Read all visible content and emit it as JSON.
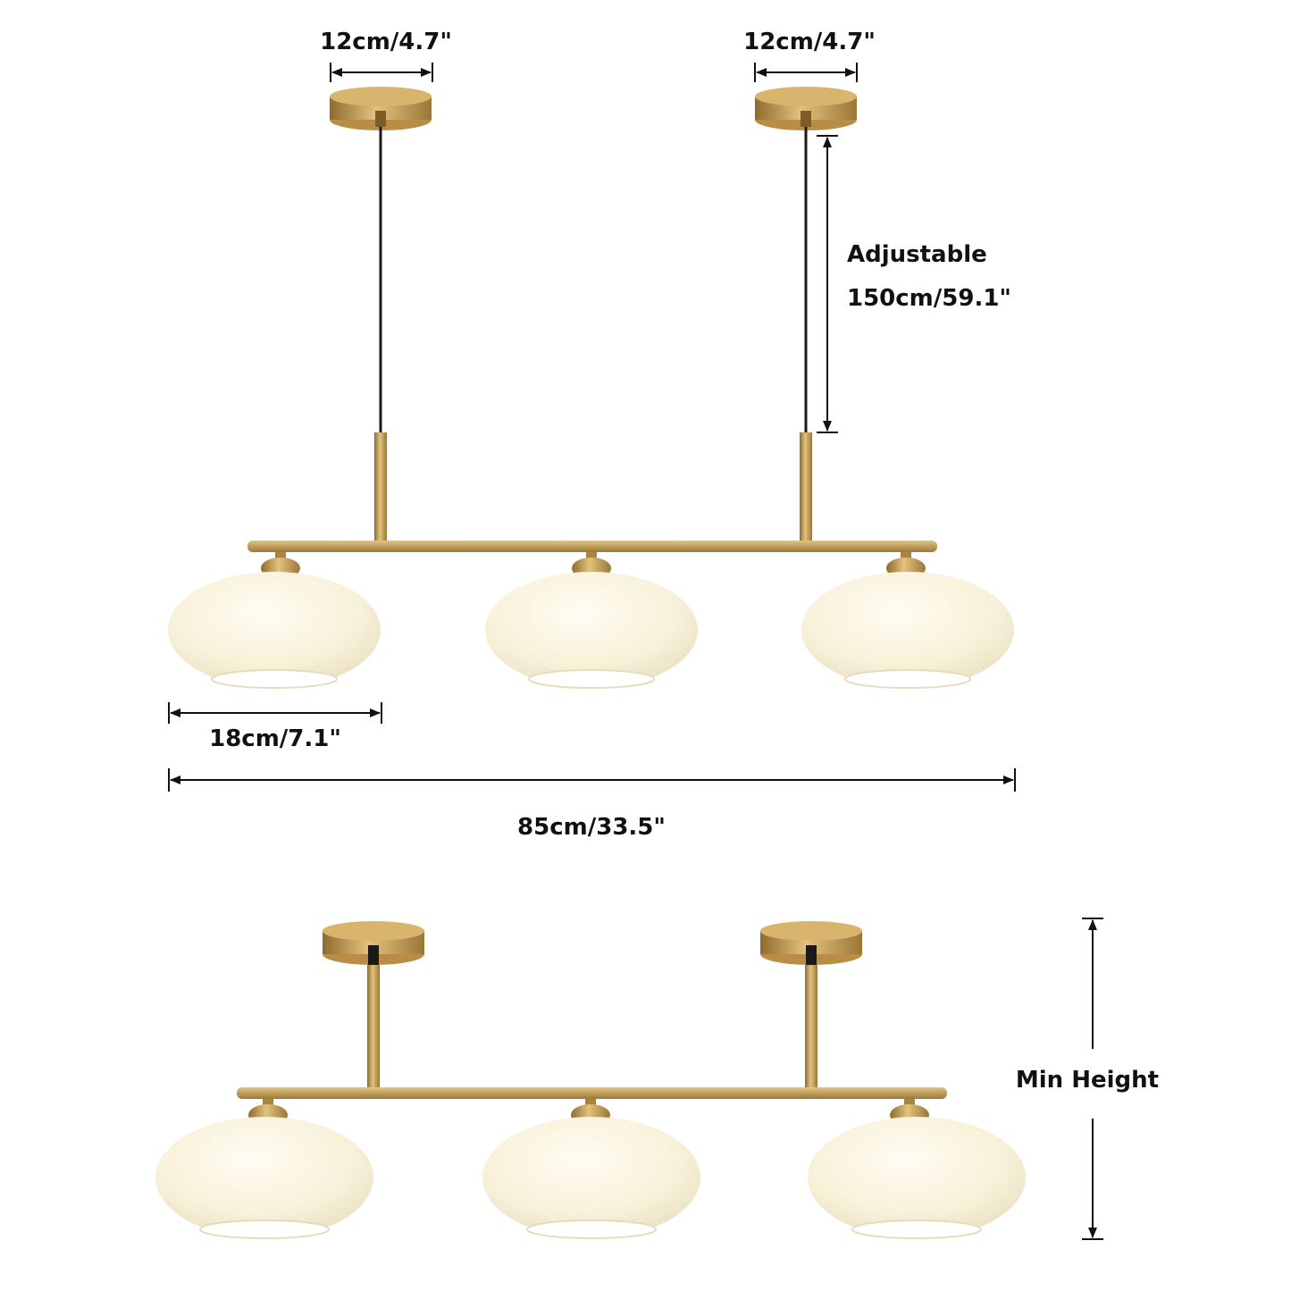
{
  "labels": {
    "canopy_left_width": "12cm/4.7\"",
    "canopy_right_width": "12cm/4.7\"",
    "adjustable_title": "Adjustable",
    "adjustable_length": "150cm/59.1\"",
    "shade_width": "18cm/7.1\"",
    "total_length": "85cm/33.5\"",
    "min_height": "Min Height"
  },
  "colors": {
    "brass": "#c9a45c",
    "brass_dark": "#9a7638",
    "glass": "#fbf6e4",
    "glass_shadow": "#e8dfc2",
    "line": "#111111",
    "background": "#ffffff"
  },
  "fixtures": [
    {
      "name": "extended",
      "shades": 3,
      "canopies": 2
    },
    {
      "name": "min-height",
      "shades": 3,
      "canopies": 2
    }
  ]
}
